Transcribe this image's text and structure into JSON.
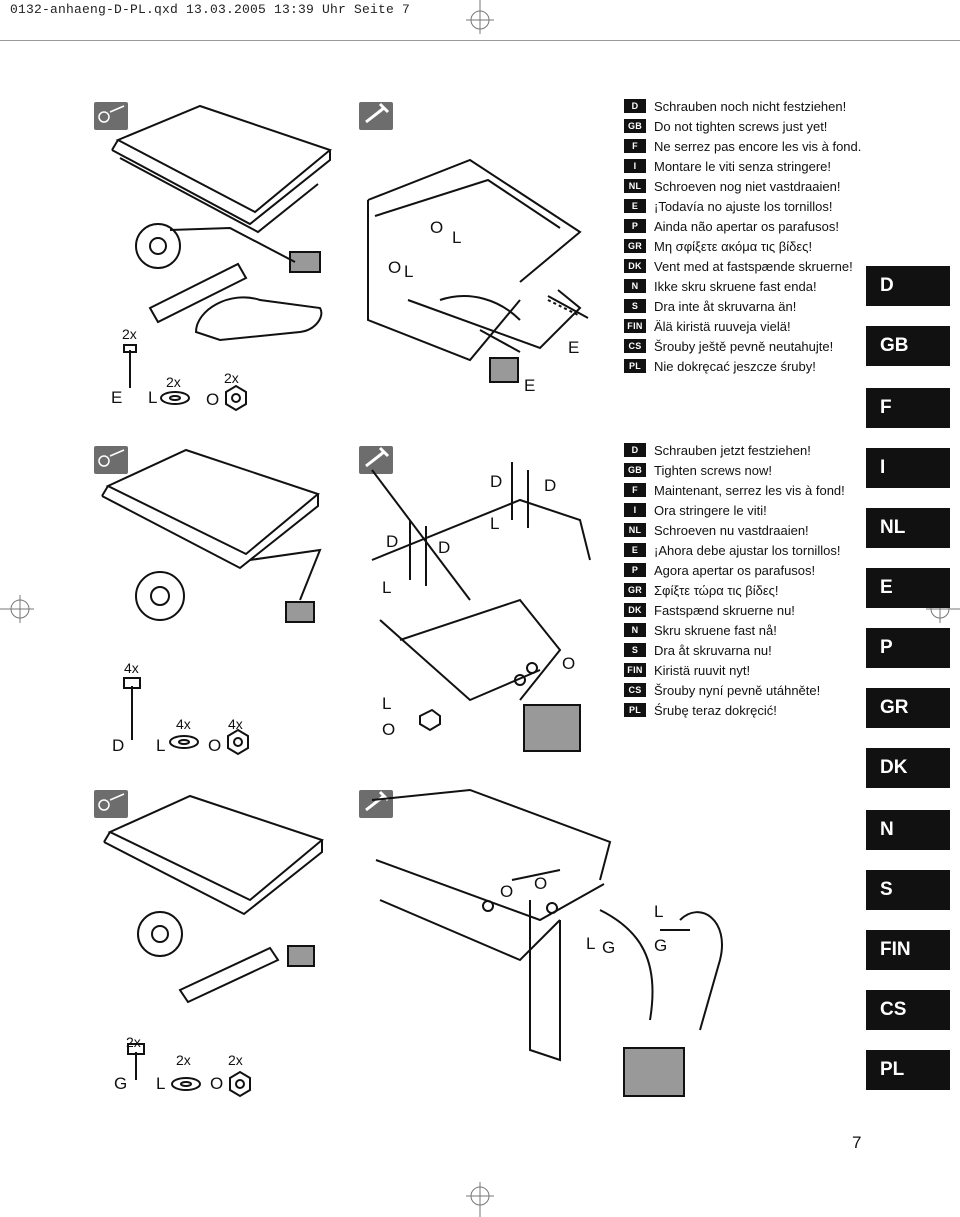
{
  "header": {
    "text": "0132-anhaeng-D-PL.qxd   13.03.2005  13:39 Uhr   Seite 7"
  },
  "page_number": "7",
  "steps": [
    {
      "parts": {
        "E": {
          "qty": "2x",
          "letter": "E"
        },
        "L": {
          "qty": "2x",
          "letter": "L"
        },
        "O": {
          "qty": "2x",
          "letter": "O"
        }
      },
      "callouts": [
        "O",
        "L",
        "O",
        "L",
        "E",
        "E"
      ],
      "instructions": [
        {
          "code": "D",
          "text": "Schrauben noch nicht festziehen!"
        },
        {
          "code": "GB",
          "text": "Do not tighten screws just yet!"
        },
        {
          "code": "F",
          "text": "Ne serrez pas encore les vis à fond."
        },
        {
          "code": "I",
          "text": "Montare le viti senza stringere!"
        },
        {
          "code": "NL",
          "text": "Schroeven nog niet vastdraaien!"
        },
        {
          "code": "E",
          "text": "¡Todavía no ajuste los tornillos!"
        },
        {
          "code": "P",
          "text": "Ainda não apertar os parafusos!"
        },
        {
          "code": "GR",
          "text": "Μη σφίξετε ακόμα τις βίδες!"
        },
        {
          "code": "DK",
          "text": "Vent med at fastspænde skruerne!"
        },
        {
          "code": "N",
          "text": "Ikke skru skruene fast enda!"
        },
        {
          "code": "S",
          "text": "Dra inte åt skruvarna än!"
        },
        {
          "code": "FIN",
          "text": "Älä kiristä ruuveja vielä!"
        },
        {
          "code": "CS",
          "text": "Šrouby ještě pevně neutahujte!"
        },
        {
          "code": "PL",
          "text": "Nie dokręcać jeszcze śruby!"
        }
      ]
    },
    {
      "parts": {
        "D": {
          "qty": "4x",
          "letter": "D"
        },
        "L": {
          "qty": "4x",
          "letter": "L"
        },
        "O": {
          "qty": "4x",
          "letter": "O"
        }
      },
      "callouts": [
        "D",
        "D",
        "L",
        "D",
        "D",
        "L",
        "L",
        "O",
        "O"
      ],
      "instructions": [
        {
          "code": "D",
          "text": "Schrauben jetzt festziehen!"
        },
        {
          "code": "GB",
          "text": "Tighten screws now!"
        },
        {
          "code": "F",
          "text": "Maintenant, serrez les vis à fond!"
        },
        {
          "code": "I",
          "text": "Ora stringere le viti!"
        },
        {
          "code": "NL",
          "text": "Schroeven nu vastdraaien!"
        },
        {
          "code": "E",
          "text": "¡Ahora debe ajustar los tornillos!"
        },
        {
          "code": "P",
          "text": "Agora apertar os parafusos!"
        },
        {
          "code": "GR",
          "text": "Σφίξτε τώρα τις βίδες!"
        },
        {
          "code": "DK",
          "text": "Fastspænd skruerne nu!"
        },
        {
          "code": "N",
          "text": "Skru skruene fast nå!"
        },
        {
          "code": "S",
          "text": "Dra åt skruvarna nu!"
        },
        {
          "code": "FIN",
          "text": "Kiristä ruuvit nyt!"
        },
        {
          "code": "CS",
          "text": "Šrouby nyní pevně utáhněte!"
        },
        {
          "code": "PL",
          "text": "Śrubę teraz dokręcić!"
        }
      ]
    },
    {
      "parts": {
        "G": {
          "qty": "2x",
          "letter": "G"
        },
        "L": {
          "qty": "2x",
          "letter": "L"
        },
        "O": {
          "qty": "2x",
          "letter": "O"
        }
      },
      "callouts": [
        "O",
        "O",
        "L",
        "L",
        "G",
        "G"
      ]
    }
  ],
  "language_tabs": [
    "D",
    "GB",
    "F",
    "I",
    "NL",
    "E",
    "P",
    "GR",
    "DK",
    "N",
    "S",
    "FIN",
    "CS",
    "PL"
  ]
}
